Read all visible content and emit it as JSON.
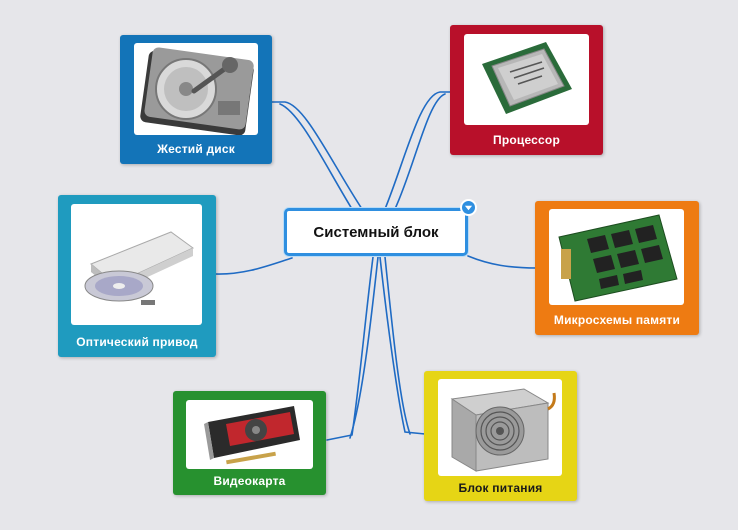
{
  "center": {
    "label": "Системный блок",
    "color": "#2f8fe0"
  },
  "nodes": {
    "hdd": {
      "label": "Жестий диск",
      "color": "#1374b8",
      "icon": "hard-drive-icon"
    },
    "cpu": {
      "label": "Процессор",
      "color": "#b8102a",
      "icon": "cpu-chip-icon"
    },
    "odd": {
      "label": "Оптический привод",
      "color": "#1f9bbf",
      "icon": "optical-drive-icon"
    },
    "ram": {
      "label": "Микросхемы памяти",
      "color": "#ee7b12",
      "icon": "memory-board-icon"
    },
    "gpu": {
      "label": "Видеокарта",
      "color": "#27912f",
      "icon": "graphics-card-icon"
    },
    "psu": {
      "label": "Блок питания",
      "color": "#e6d515",
      "icon": "power-supply-icon"
    }
  },
  "link_color": "#1f6bc4"
}
